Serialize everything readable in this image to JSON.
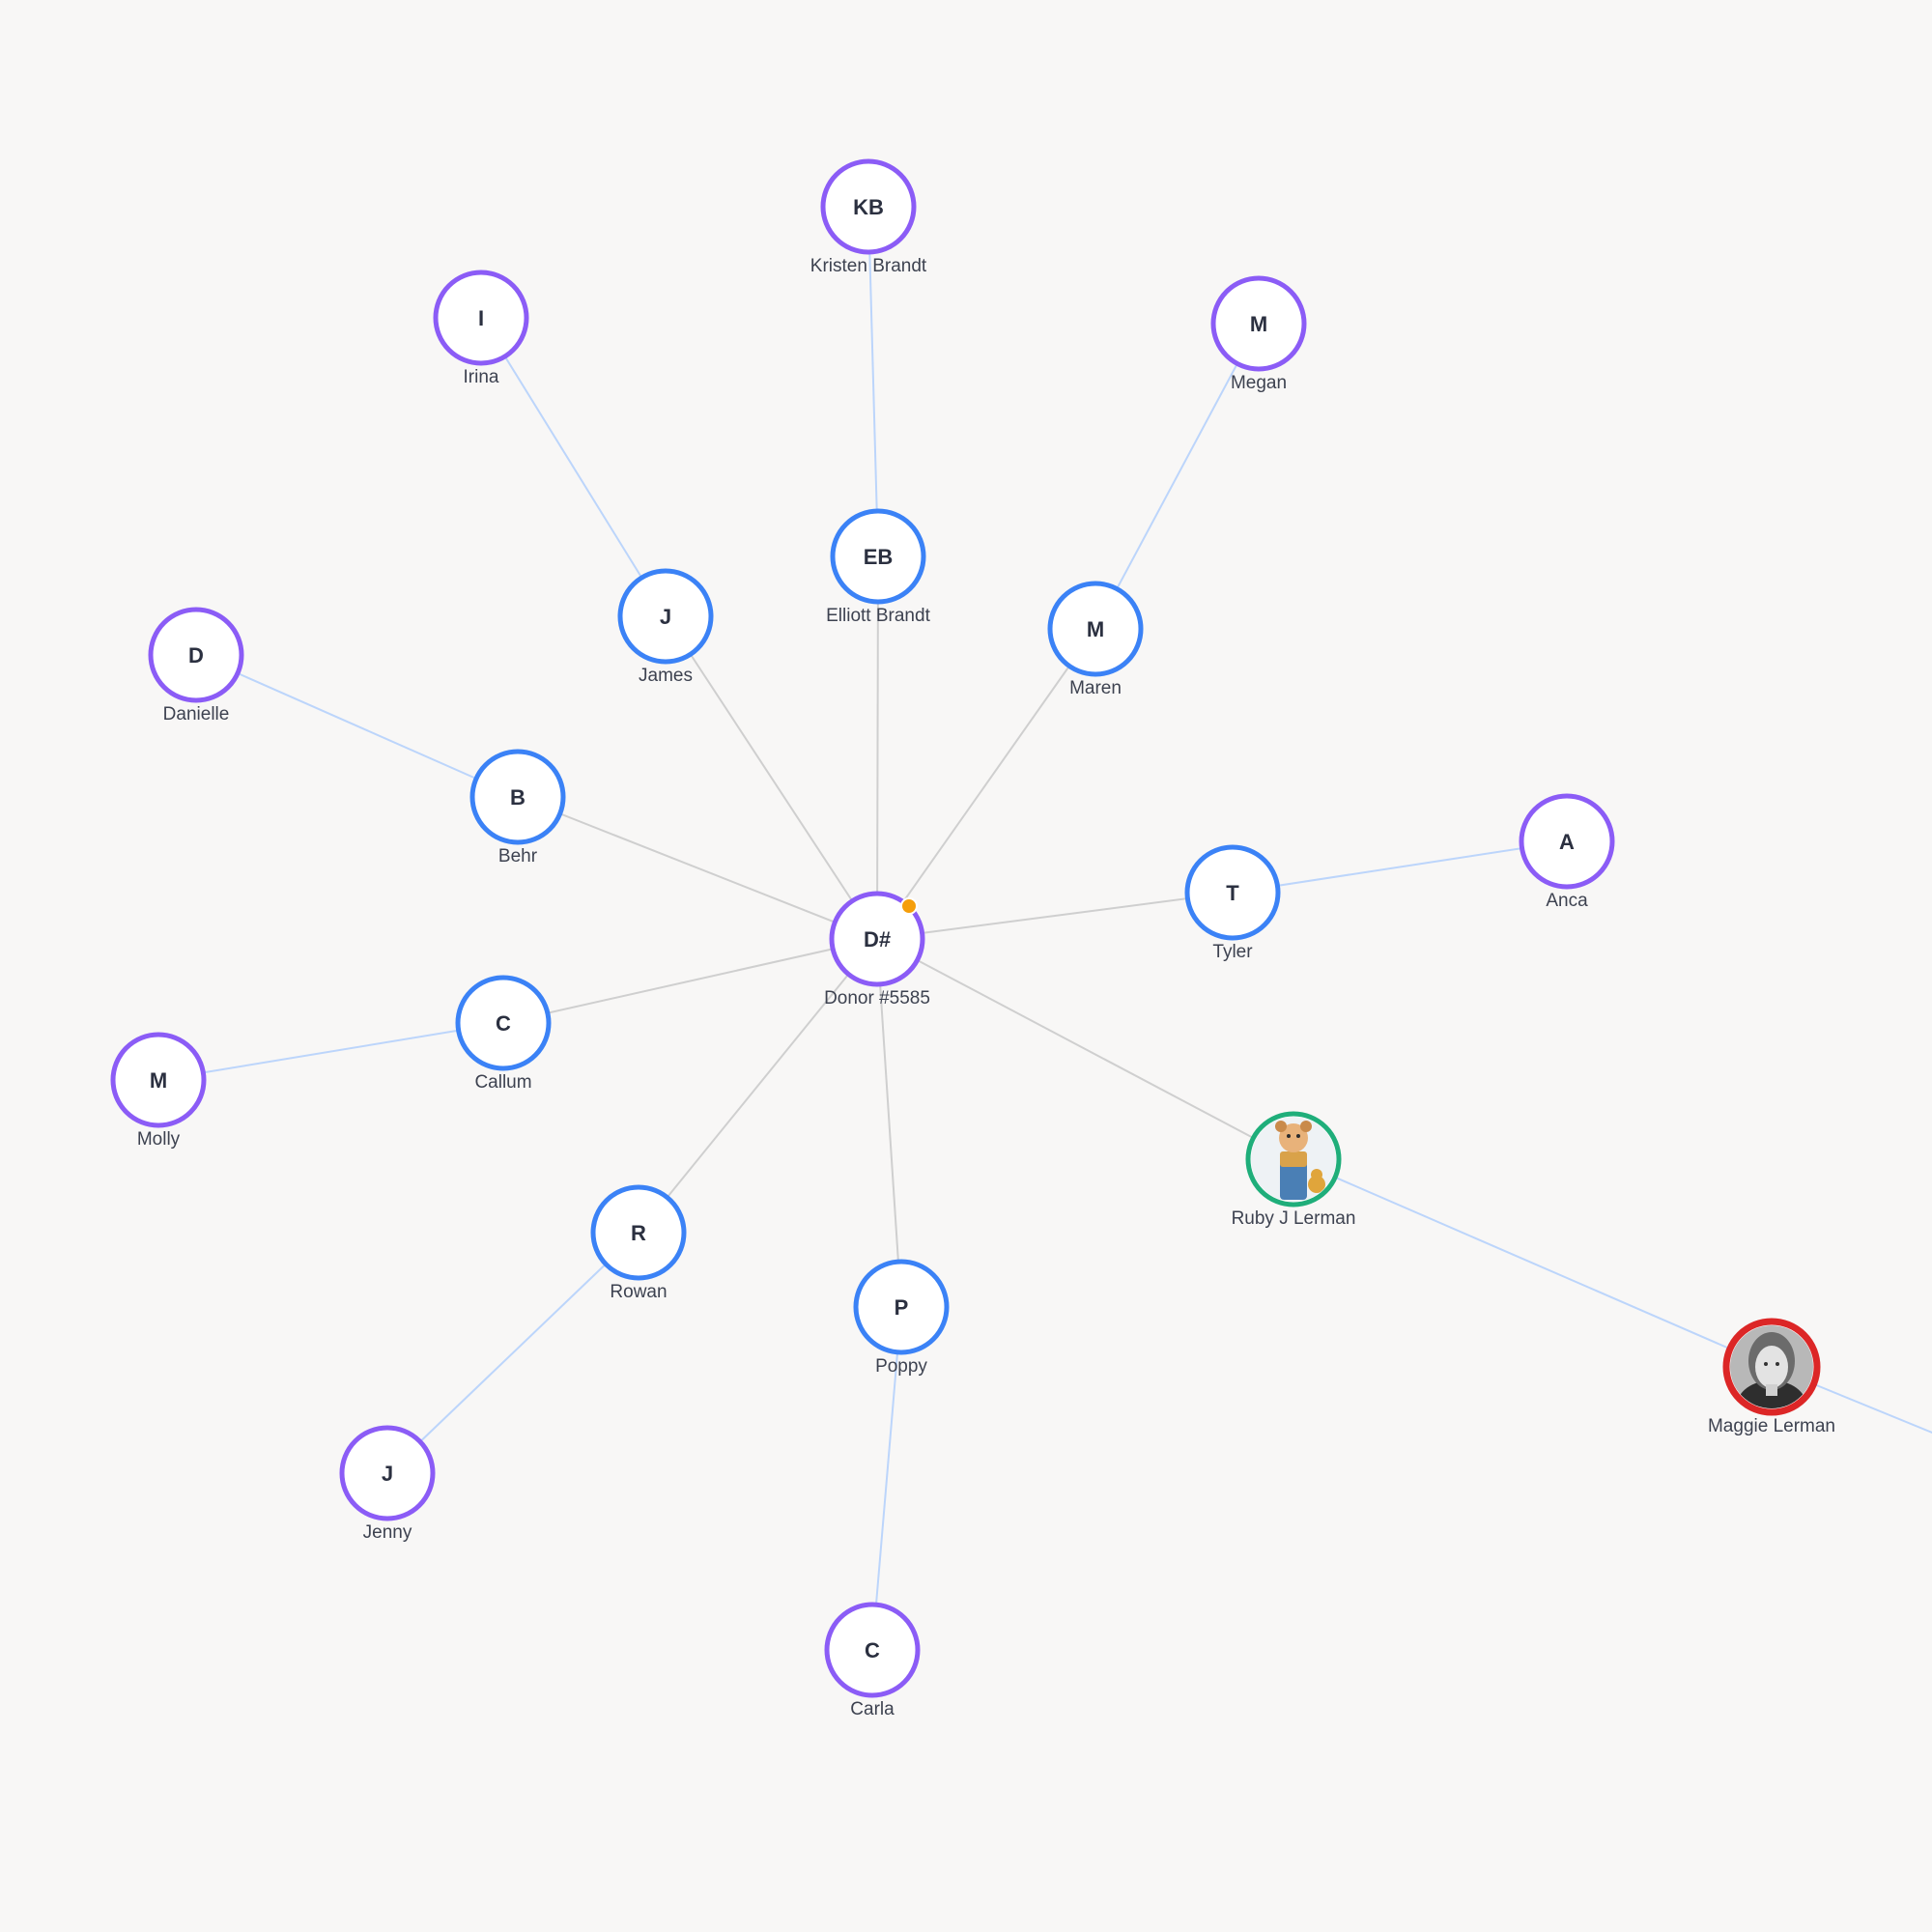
{
  "colors": {
    "background": "#f8f7f6",
    "blue_ring": "#3b82f6",
    "purple_ring": "#8b5cf6",
    "green_ring": "#1fae7a",
    "red_ring": "#dc2626",
    "edge_primary": "#cfcfcf",
    "edge_secondary": "#bcd5fb",
    "badge": "#f59e0b"
  },
  "nodes": [
    {
      "id": "donor",
      "initials": "D#",
      "label": "Donor #5585",
      "ring": "purple",
      "badge": true
    },
    {
      "id": "kristen",
      "initials": "KB",
      "label": "Kristen Brandt",
      "ring": "purple"
    },
    {
      "id": "irina",
      "initials": "I",
      "label": "Irina",
      "ring": "purple"
    },
    {
      "id": "megan",
      "initials": "M",
      "label": "Megan",
      "ring": "purple"
    },
    {
      "id": "elliott",
      "initials": "EB",
      "label": "Elliott Brandt",
      "ring": "blue"
    },
    {
      "id": "james",
      "initials": "J",
      "label": "James",
      "ring": "blue"
    },
    {
      "id": "maren",
      "initials": "M",
      "label": "Maren",
      "ring": "blue"
    },
    {
      "id": "danielle",
      "initials": "D",
      "label": "Danielle",
      "ring": "purple"
    },
    {
      "id": "behr",
      "initials": "B",
      "label": "Behr",
      "ring": "blue"
    },
    {
      "id": "anca",
      "initials": "A",
      "label": "Anca",
      "ring": "purple"
    },
    {
      "id": "tyler",
      "initials": "T",
      "label": "Tyler",
      "ring": "blue"
    },
    {
      "id": "callum",
      "initials": "C",
      "label": "Callum",
      "ring": "blue"
    },
    {
      "id": "molly",
      "initials": "M",
      "label": "Molly",
      "ring": "purple"
    },
    {
      "id": "ruby",
      "initials": "",
      "label": "Ruby J Lerman",
      "ring": "green",
      "avatar": "cartoon"
    },
    {
      "id": "rowan",
      "initials": "R",
      "label": "Rowan",
      "ring": "blue"
    },
    {
      "id": "poppy",
      "initials": "P",
      "label": "Poppy",
      "ring": "blue"
    },
    {
      "id": "maggie",
      "initials": "",
      "label": "Maggie Lerman",
      "ring": "red",
      "avatar": "photo"
    },
    {
      "id": "jenny",
      "initials": "J",
      "label": "Jenny",
      "ring": "purple"
    },
    {
      "id": "carla",
      "initials": "C",
      "label": "Carla",
      "ring": "purple"
    }
  ],
  "edges": [
    {
      "from": "donor",
      "to": "elliott",
      "kind": "primary"
    },
    {
      "from": "donor",
      "to": "james",
      "kind": "primary"
    },
    {
      "from": "donor",
      "to": "maren",
      "kind": "primary"
    },
    {
      "from": "donor",
      "to": "behr",
      "kind": "primary"
    },
    {
      "from": "donor",
      "to": "tyler",
      "kind": "primary"
    },
    {
      "from": "donor",
      "to": "callum",
      "kind": "primary"
    },
    {
      "from": "donor",
      "to": "rowan",
      "kind": "primary"
    },
    {
      "from": "donor",
      "to": "poppy",
      "kind": "primary"
    },
    {
      "from": "donor",
      "to": "ruby",
      "kind": "primary"
    },
    {
      "from": "elliott",
      "to": "kristen",
      "kind": "secondary"
    },
    {
      "from": "james",
      "to": "irina",
      "kind": "secondary"
    },
    {
      "from": "maren",
      "to": "megan",
      "kind": "secondary"
    },
    {
      "from": "behr",
      "to": "danielle",
      "kind": "secondary"
    },
    {
      "from": "tyler",
      "to": "anca",
      "kind": "secondary"
    },
    {
      "from": "callum",
      "to": "molly",
      "kind": "secondary"
    },
    {
      "from": "rowan",
      "to": "jenny",
      "kind": "secondary"
    },
    {
      "from": "poppy",
      "to": "carla",
      "kind": "secondary"
    },
    {
      "from": "ruby",
      "to": "maggie",
      "kind": "secondary"
    },
    {
      "from": "maggie",
      "to": "offscreen",
      "kind": "secondary"
    }
  ]
}
